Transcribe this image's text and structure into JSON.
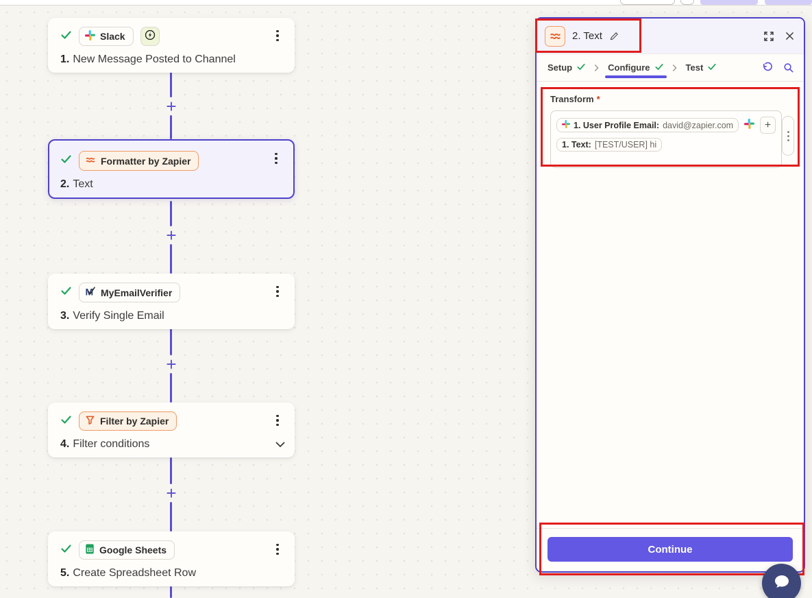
{
  "canvas": {
    "steps": [
      {
        "num": "1.",
        "app": "Slack",
        "title": "New Message Posted to Channel"
      },
      {
        "num": "2.",
        "app": "Formatter by Zapier",
        "title": "Text"
      },
      {
        "num": "3.",
        "app": "MyEmailVerifier",
        "title": "Verify Single Email"
      },
      {
        "num": "4.",
        "app": "Filter by Zapier",
        "title": "Filter conditions"
      },
      {
        "num": "5.",
        "app": "Google Sheets",
        "title": "Create Spreadsheet Row"
      }
    ]
  },
  "panel": {
    "step_title": "2. Text",
    "tabs": [
      {
        "label": "Setup"
      },
      {
        "label": "Configure"
      },
      {
        "label": "Test"
      }
    ],
    "field": {
      "label": "Transform",
      "required_mark": "*",
      "tokens": [
        {
          "label": "1. User Profile Email:",
          "value": "david@zapier.com"
        },
        {
          "label": "1. Text:",
          "value": "[TEST/USER] hi"
        }
      ]
    },
    "continue_label": "Continue"
  },
  "icons": {
    "plus": "+",
    "kebab": "vertical-ellipsis",
    "check": "green-checkmark",
    "slack": "slack-logo",
    "formatter": "formatter-squiggle",
    "filter": "filter-funnel",
    "sheets": "google-sheets",
    "email_verifier": "myemailverifier-m-check",
    "instant": "lightning-circle",
    "pencil": "edit-pencil",
    "expand": "fullscreen-arrows",
    "close": "close-x",
    "undo": "undo-arrow",
    "search": "magnifier",
    "chat": "chat-speech-bubble"
  },
  "colors": {
    "accent_purple": "#4f42c9",
    "connector_purple": "#5b4ecf",
    "button_purple": "#6358e3",
    "annotation_red": "#e01d1d",
    "success_green": "#1fa45c",
    "formatter_orange": "#e65925",
    "canvas_bg": "#f7f5f0"
  }
}
